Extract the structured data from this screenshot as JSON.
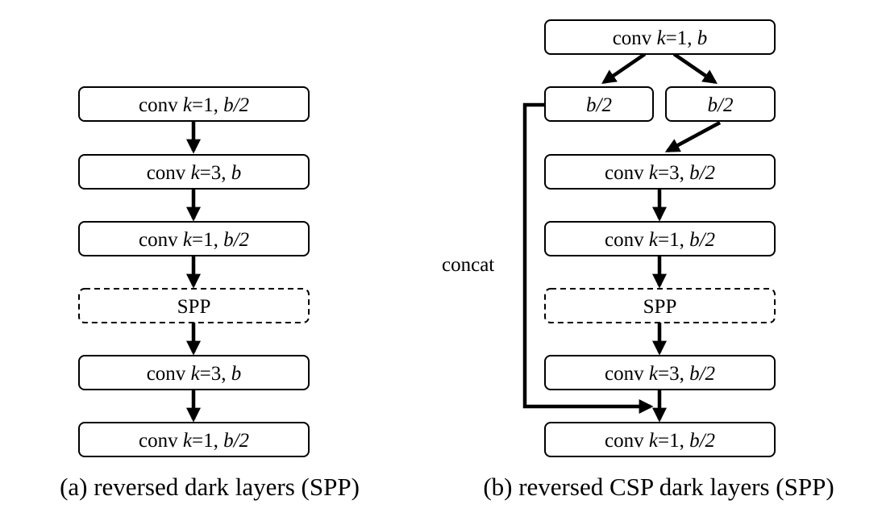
{
  "left": {
    "caption": "(a) reversed dark layers (SPP)",
    "nodes": [
      {
        "id": "l1",
        "op": "conv ",
        "k": "1",
        "c": "b/2",
        "dashed": false
      },
      {
        "id": "l2",
        "op": "conv ",
        "k": "3",
        "c": "b",
        "dashed": false
      },
      {
        "id": "l3",
        "op": "conv ",
        "k": "1",
        "c": "b/2",
        "dashed": false
      },
      {
        "id": "l4",
        "text": "SPP",
        "dashed": true
      },
      {
        "id": "l5",
        "op": "conv ",
        "k": "3",
        "c": "b",
        "dashed": false
      },
      {
        "id": "l6",
        "op": "conv ",
        "k": "1",
        "c": "b/2",
        "dashed": false
      }
    ]
  },
  "right": {
    "caption": "(b) reversed CSP dark layers (SPP)",
    "concat_label": "concat",
    "nodes": [
      {
        "id": "r1",
        "op": "conv ",
        "k": "1",
        "c": "b",
        "dashed": false
      },
      {
        "id": "r2a",
        "c": "b/2",
        "dashed": false
      },
      {
        "id": "r2b",
        "c": "b/2",
        "dashed": false
      },
      {
        "id": "r3",
        "op": "conv ",
        "k": "3",
        "c": "b/2",
        "dashed": false
      },
      {
        "id": "r4",
        "op": "conv ",
        "k": "1",
        "c": "b/2",
        "dashed": false
      },
      {
        "id": "r5",
        "text": "SPP",
        "dashed": true
      },
      {
        "id": "r6",
        "op": "conv ",
        "k": "3",
        "c": "b/2",
        "dashed": false
      },
      {
        "id": "r7",
        "op": "conv ",
        "k": "1",
        "c": "b/2",
        "dashed": false
      }
    ]
  },
  "labels": {
    "k_symbol": "k",
    "equals": "=",
    "separator": ", "
  }
}
